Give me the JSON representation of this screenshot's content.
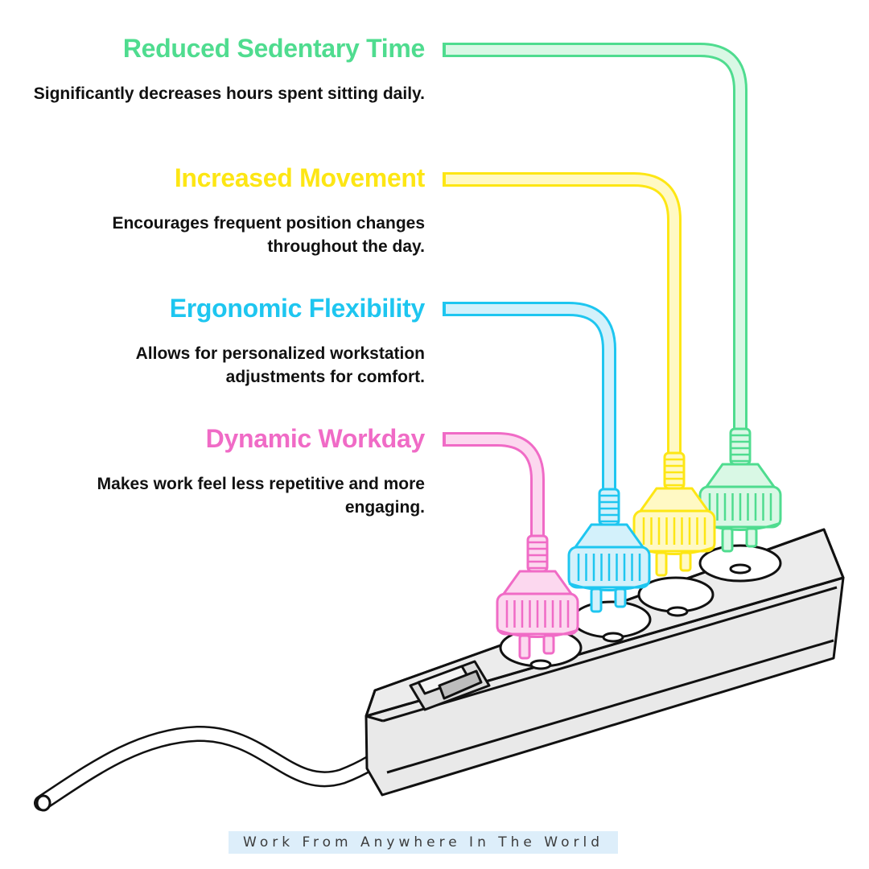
{
  "items": [
    {
      "title": "Reduced Sedentary Time",
      "description": "Significantly decreases hours spent sitting daily.",
      "color": "#4fdc8f",
      "fill": "#d9f8e5"
    },
    {
      "title": "Increased Movement",
      "description": "Encourages frequent position changes throughout the day.",
      "color": "#fde614",
      "fill": "#fff9c4"
    },
    {
      "title": "Ergonomic Flexibility",
      "description": "Allows for personalized workstation adjustments for comfort.",
      "color": "#1ec6f0",
      "fill": "#d3f1fb"
    },
    {
      "title": "Dynamic Workday",
      "description": "Makes work feel less repetitive and more engaging.",
      "color": "#f06bc6",
      "fill": "#fcd8ef"
    }
  ],
  "footer": {
    "text": "Work From Anywhere In The World",
    "background": "#ddeefa"
  },
  "icons": {
    "main": "power-strip-icon",
    "plug": "plug-icon",
    "switch": "switch-icon"
  }
}
